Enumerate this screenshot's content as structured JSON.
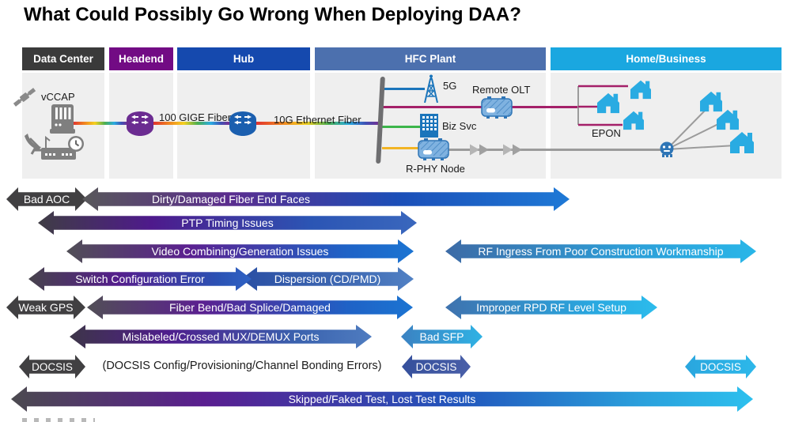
{
  "title": "What Could Possibly Go Wrong When Deploying DAA?",
  "bands": {
    "data_center": "Data Center",
    "headend": "Headend",
    "hub": "Hub",
    "hfc_plant": "HFC Plant",
    "home_business": "Home/Business"
  },
  "colors": {
    "data_center_band": "#3A3A3A",
    "headend_band": "#720B84",
    "hub_band": "#1549AE",
    "hfc_plant_band": "#4C70AE",
    "home_business_band": "#1AA7E0",
    "house": "#29ABE2",
    "magenta_link": "#A42069",
    "green_link": "#3CB54A",
    "yellow_link": "#F2B424",
    "blue_link": "#1B75BB",
    "gray_link": "#9B9B9B",
    "dark_arrow": "#414042",
    "cyan_arrow": "#29ABE2"
  },
  "diagram": {
    "vccap_label": "vCCAP",
    "gige_label": "100 GIGE Fiber",
    "ethernet_label": "10G Ethernet Fiber",
    "fiveg_label": "5G",
    "remote_olt_label": "Remote OLT",
    "biz_svc_label": "Biz Svc",
    "rphy_label": "R-PHY Node",
    "epon_label": "EPON"
  },
  "issues": {
    "bad_aoc": "Bad AOC",
    "dirty_fiber": "Dirty/Damaged Fiber End Faces",
    "ptp": "PTP Timing Issues",
    "video": "Video Combining/Generation Issues",
    "rf_ingress": "RF Ingress From Poor Construction Workmanship",
    "switch_config": "Switch Configuration Error",
    "dispersion": "Dispersion (CD/PMD)",
    "weak_gps": "Weak GPS",
    "fiber_bend": "Fiber Bend/Bad Splice/Damaged",
    "improper_rpd": "Improper RPD RF Level Setup",
    "mislabeled": "Mislabeled/Crossed MUX/DEMUX Ports",
    "bad_sfp": "Bad SFP",
    "docsis_left": "DOCSIS",
    "docsis_note": "(DOCSIS Config/Provisioning/Channel Bonding Errors)",
    "docsis_mid": "DOCSIS",
    "docsis_right": "DOCSIS",
    "skipped_test": "Skipped/Faked Test, Lost Test Results"
  }
}
